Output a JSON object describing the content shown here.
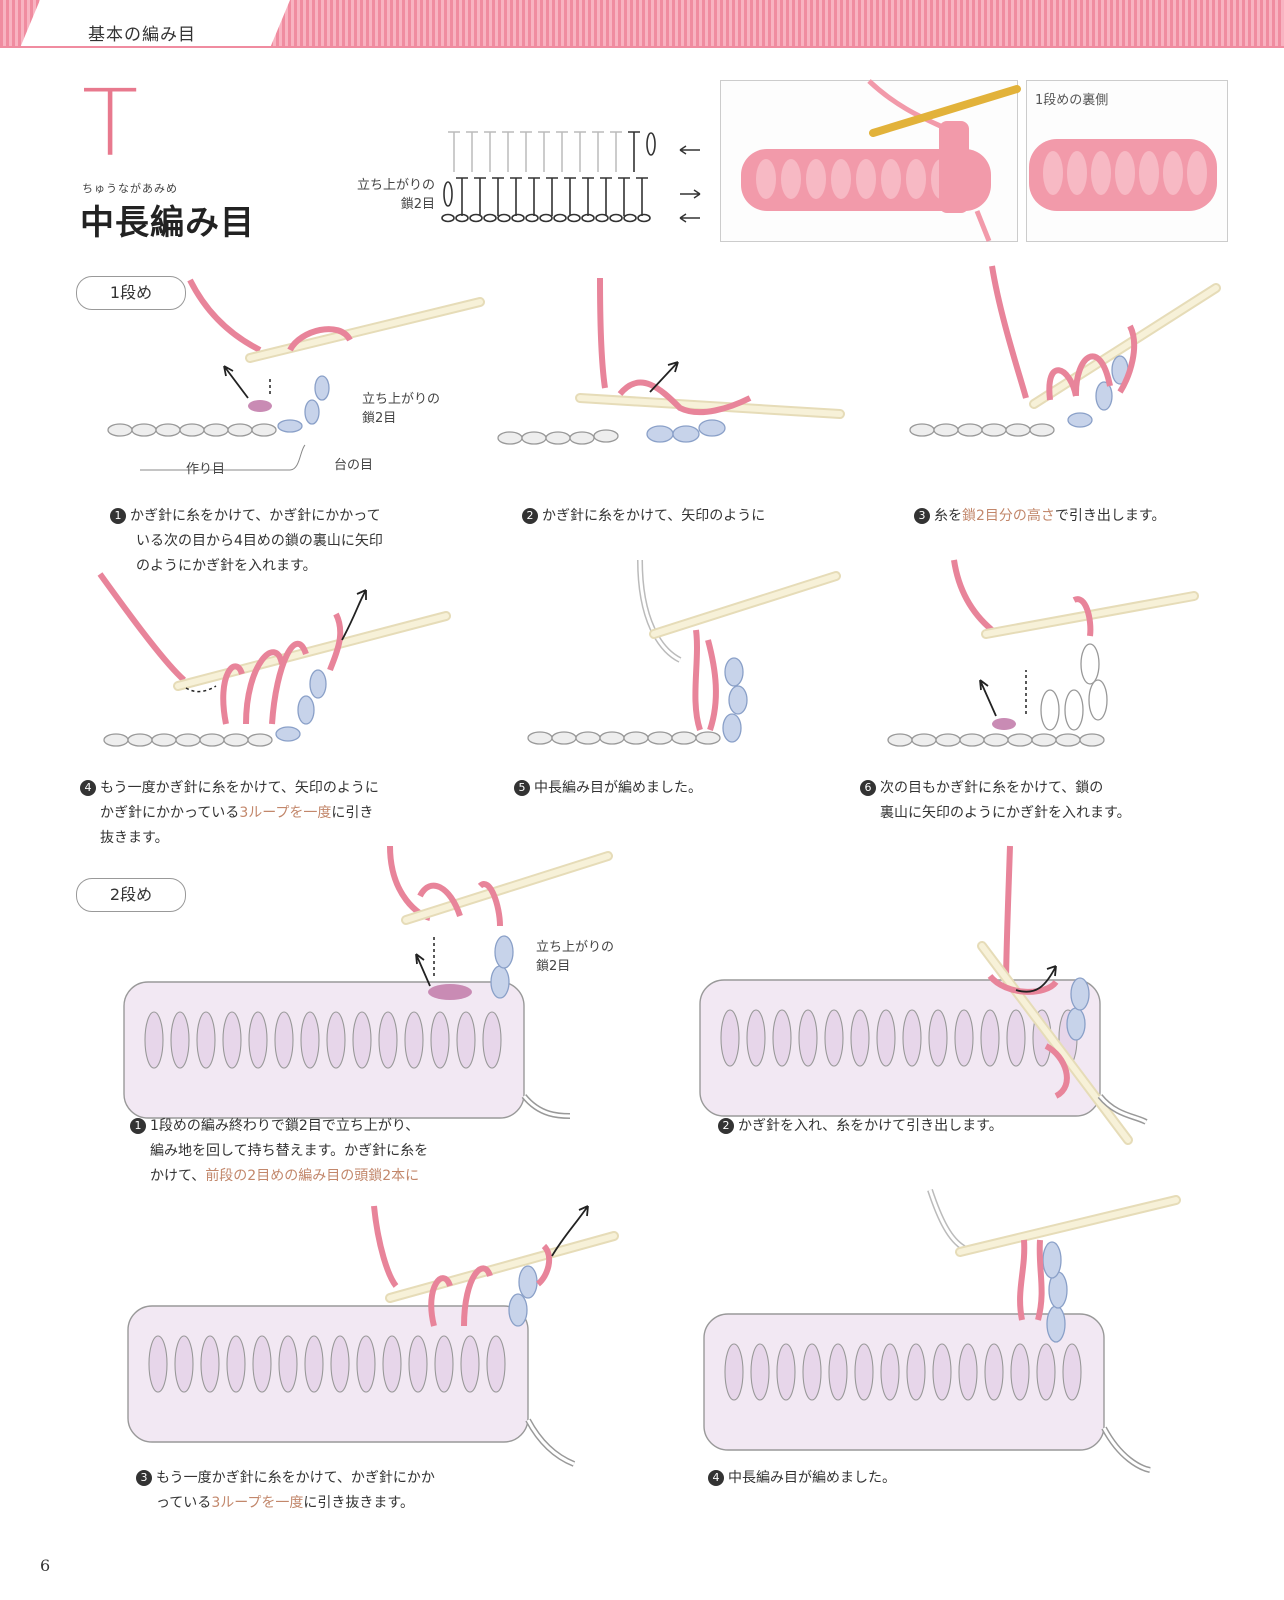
{
  "header": {
    "chapter": "基本の編み目",
    "accent_color": "#f08ca0"
  },
  "symbol": {
    "letter": "T",
    "reading": "ちゅうながあみめ",
    "title": "中長編み目"
  },
  "chart_label": {
    "line1": "立ち上がりの",
    "line2": "鎖2目"
  },
  "photo": {
    "back_label": "1段めの裏側"
  },
  "row1": {
    "label": "1段め",
    "diagram_labels": {
      "rise_1": "立ち上がりの",
      "rise_2": "鎖2目",
      "base": "台の目",
      "foundation": "作り目"
    },
    "steps": [
      {
        "num": "1",
        "lines": [
          "かぎ針に糸をかけて、かぎ針にかかって",
          "いる次の目から4目めの鎖の裏山に矢印",
          "のようにかぎ針を入れます。"
        ]
      },
      {
        "num": "2",
        "lines": [
          "かぎ針に糸をかけて、矢印のように"
        ]
      },
      {
        "num": "3",
        "pre": "糸を",
        "hl": "鎖2目分の高さ",
        "post": "で引き出します。"
      },
      {
        "num": "4",
        "lines": [
          "もう一度かぎ針に糸をかけて、矢印のように"
        ],
        "line2_pre": "かぎ針にかかっている",
        "line2_hl": "3ループを一度",
        "line2_post": "に引き",
        "line3": "抜きます。"
      },
      {
        "num": "5",
        "lines": [
          "中長編み目が編めました。"
        ]
      },
      {
        "num": "6",
        "lines": [
          "次の目もかぎ針に糸をかけて、鎖の",
          "裏山に矢印のようにかぎ針を入れます。"
        ]
      }
    ]
  },
  "row2": {
    "label": "2段め",
    "diagram_labels": {
      "rise_1": "立ち上がりの",
      "rise_2": "鎖2目"
    },
    "steps": [
      {
        "num": "1",
        "lines": [
          "1段めの編み終わりで鎖2目で立ち上がり、",
          "編み地を回して持ち替えます。かぎ針に糸を"
        ],
        "line3_pre": "かけて、",
        "line3_hl": "前段の2目めの編み目の頭鎖2本に"
      },
      {
        "num": "2",
        "lines": [
          "かぎ針を入れ、糸をかけて引き出します。"
        ]
      },
      {
        "num": "3",
        "lines": [
          "もう一度かぎ針に糸をかけて、かぎ針にかか"
        ],
        "line2_pre": "っている",
        "line2_hl": "3ループを一度",
        "line2_post": "に引き抜きます。"
      },
      {
        "num": "4",
        "lines": [
          "中長編み目が編めました。"
        ]
      }
    ]
  },
  "page_number": "6",
  "colors": {
    "yarn_pink": "#e8849a",
    "yarn_blue": "#b9c9e6",
    "fabric_lilac": "#e7d6ea",
    "hook": "#f4eccd",
    "accent_text": "#c2876b"
  }
}
